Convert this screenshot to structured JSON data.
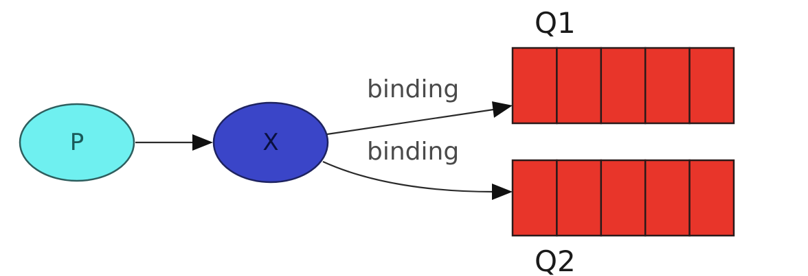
{
  "nodes": {
    "producer": {
      "label": "P",
      "fill": "#6ff0f0",
      "text_color": "#1a5a5a"
    },
    "exchange": {
      "label": "X",
      "fill": "#3a45c8",
      "text_color": "#0a1040"
    }
  },
  "edges": {
    "producer_to_exchange": {
      "label": ""
    },
    "exchange_to_q1": {
      "label": "binding"
    },
    "exchange_to_q2": {
      "label": "binding"
    }
  },
  "queues": [
    {
      "name": "Q1",
      "cells": 5,
      "fill": "#e8352a"
    },
    {
      "name": "Q2",
      "cells": 5,
      "fill": "#e8352a"
    }
  ]
}
